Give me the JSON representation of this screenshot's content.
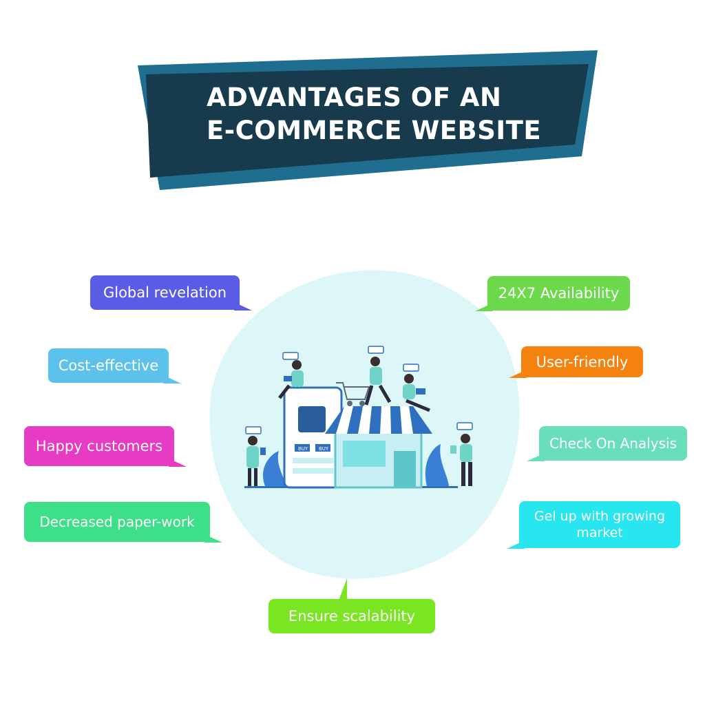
{
  "title": {
    "line1": "ADVANTAGES  OF AN",
    "line2": "E-COMMERCE WEBSITE",
    "colors": {
      "dark": "#173a4c",
      "accent": "#1f6e8f"
    }
  },
  "illustration": {
    "blob_color": "#ddf7f9",
    "scene": "online-store-with-shoppers",
    "store_buttons": [
      "BUY",
      "BUY"
    ]
  },
  "advantages": [
    {
      "label": "Global revelation",
      "color": "#5b5ce6"
    },
    {
      "label": "Cost-effective",
      "color": "#5cc2ec"
    },
    {
      "label": "Happy customers",
      "color": "#e63bc2"
    },
    {
      "label": "Decreased paper-work",
      "color": "#3ddf89"
    },
    {
      "label": "24X7 Availability",
      "color": "#6cd94c"
    },
    {
      "label": "User-friendly",
      "color": "#f5820f"
    },
    {
      "label": "Check On Analysis",
      "color": "#69deba"
    },
    {
      "label": "Gel up with growing market",
      "color": "#28e6f0"
    },
    {
      "label": "Ensure scalability",
      "color": "#7ae523"
    }
  ]
}
